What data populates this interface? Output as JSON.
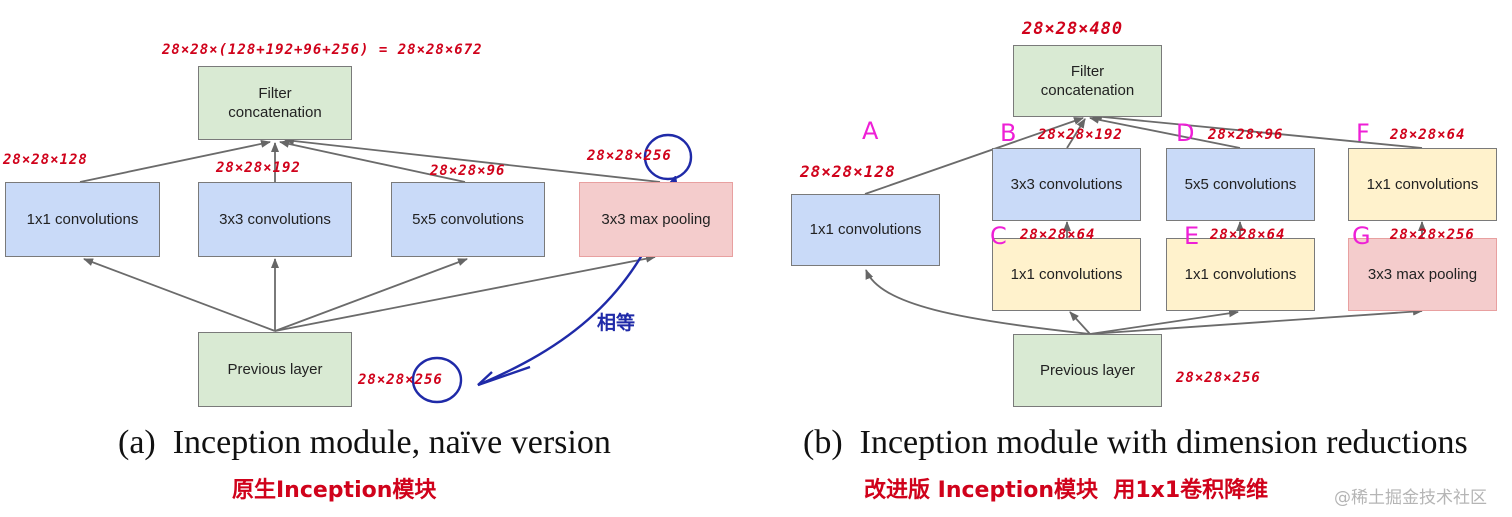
{
  "left": {
    "filter_concat": "Filter concatenation",
    "conv1x1": "1x1 convolutions",
    "conv3x3": "3x3 convolutions",
    "conv5x5": "5x5 convolutions",
    "maxpool": "3x3 max pooling",
    "previous": "Previous layer",
    "concat_dims": "28×28×(128+192+96+256) = 28×28×672",
    "dim_1x1": "28×28×128",
    "dim_3x3": "28×28×192",
    "dim_5x5": "28×28×96",
    "dim_pool": "28×28×256",
    "dim_prev": "28×28×256",
    "note_equal": "相等",
    "caption": "(a)  Inception module, naïve version",
    "caption_cn": "原生Inception模块"
  },
  "right": {
    "filter_concat": "Filter concatenation",
    "conv1x1_a": "1x1 convolutions",
    "conv3x3": "3x3 convolutions",
    "conv5x5": "5x5 convolutions",
    "conv1x1_f": "1x1 convolutions",
    "conv1x1_c": "1x1 convolutions",
    "conv1x1_e": "1x1 convolutions",
    "maxpool": "3x3 max pooling",
    "previous": "Previous layer",
    "concat_dims": "28×28×480",
    "dim_a": "28×28×128",
    "dim_b": "28×28×192",
    "dim_d": "28×28×96",
    "dim_f": "28×28×64",
    "dim_c": "28×28×64",
    "dim_e": "28×28×64",
    "dim_g": "28×28×256",
    "dim_prev": "28×28×256",
    "letter_a": "A",
    "letter_b": "B",
    "letter_c": "C",
    "letter_d": "D",
    "letter_e": "E",
    "letter_f": "F",
    "letter_g": "G",
    "caption": "(b)  Inception module with dimension reductions",
    "caption_cn": "改进版 Inception模块  用1x1卷积降维"
  },
  "watermark": "@稀土掘金技术社区",
  "colors": {
    "green": "#d9ead3",
    "blue": "#c9daf8",
    "yellow": "#fff2cc",
    "red": "#f4cccc",
    "annotation_red": "#d0021b",
    "annotation_blue": "#1f2aa8",
    "letter_magenta": "#ee1fd6"
  }
}
